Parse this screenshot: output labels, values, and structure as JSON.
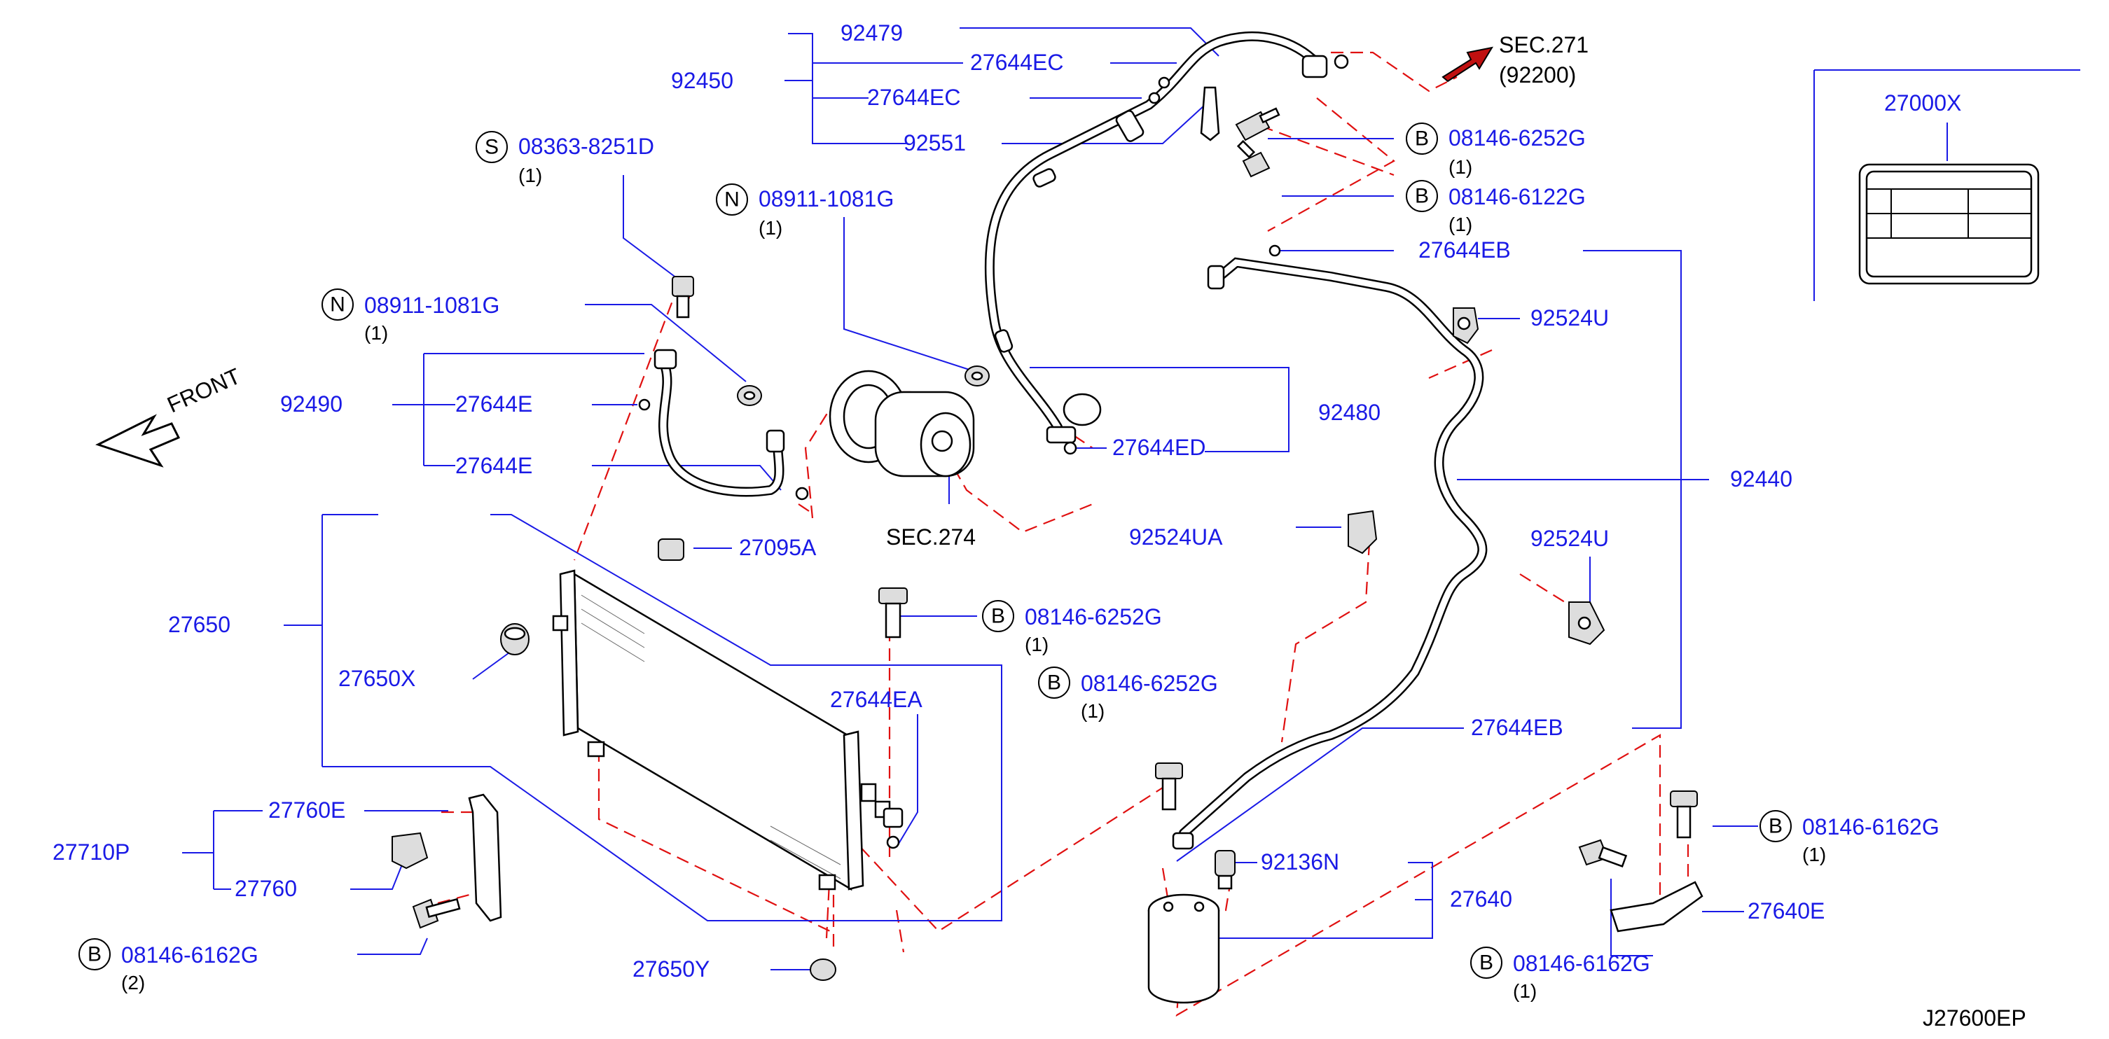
{
  "diagram_code": "J27600EP",
  "front_label": "FRONT",
  "sec_ref": {
    "line1": "SEC.271",
    "line2": "(92200)"
  },
  "sec_274": "SEC.274",
  "colors": {
    "label": "#1a1ae6",
    "leader": "#1a1ae6",
    "dashed": "#e01010",
    "part": "#000000"
  },
  "labels": {
    "p92479": "92479",
    "p92450": "92450",
    "p27644EC_a": "27644EC",
    "p27644EC_b": "27644EC",
    "p92551": "92551",
    "p27000X": "27000X",
    "p27644EB_top": "27644EB",
    "p92524U_top": "92524U",
    "p92480": "92480",
    "p27644ED": "27644ED",
    "p92440": "92440",
    "p92490": "92490",
    "p27644E_a": "27644E",
    "p27644E_b": "27644E",
    "p27650": "27650",
    "p27650X": "27650X",
    "p27095A": "27095A",
    "p92524UA": "92524UA",
    "p92524U_mid": "92524U",
    "p27644EA": "27644EA",
    "p27644EB_mid": "27644EB",
    "p92136N": "92136N",
    "p27640": "27640",
    "p27640E": "27640E",
    "p27710P": "27710P",
    "p27760E": "27760E",
    "p27760": "27760",
    "p27650Y": "27650Y"
  },
  "fasteners": {
    "s1": {
      "letter": "S",
      "part": "08363-8251D",
      "qty": "(1)"
    },
    "n1": {
      "letter": "N",
      "part": "08911-1081G",
      "qty": "(1)"
    },
    "n2": {
      "letter": "N",
      "part": "08911-1081G",
      "qty": "(1)"
    },
    "b1": {
      "letter": "B",
      "part": "08146-6252G",
      "qty": "(1)"
    },
    "b2": {
      "letter": "B",
      "part": "08146-6122G",
      "qty": "(1)"
    },
    "b3": {
      "letter": "B",
      "part": "08146-6252G",
      "qty": "(1)"
    },
    "b4": {
      "letter": "B",
      "part": "08146-6252G",
      "qty": "(1)"
    },
    "b5": {
      "letter": "B",
      "part": "08146-6162G",
      "qty": "(1)"
    },
    "b6": {
      "letter": "B",
      "part": "08146-6162G",
      "qty": "(1)"
    },
    "b7": {
      "letter": "B",
      "part": "08146-6162G",
      "qty": "(2)"
    }
  },
  "icons": [
    "front-arrow-icon",
    "sec-arrow-icon"
  ]
}
